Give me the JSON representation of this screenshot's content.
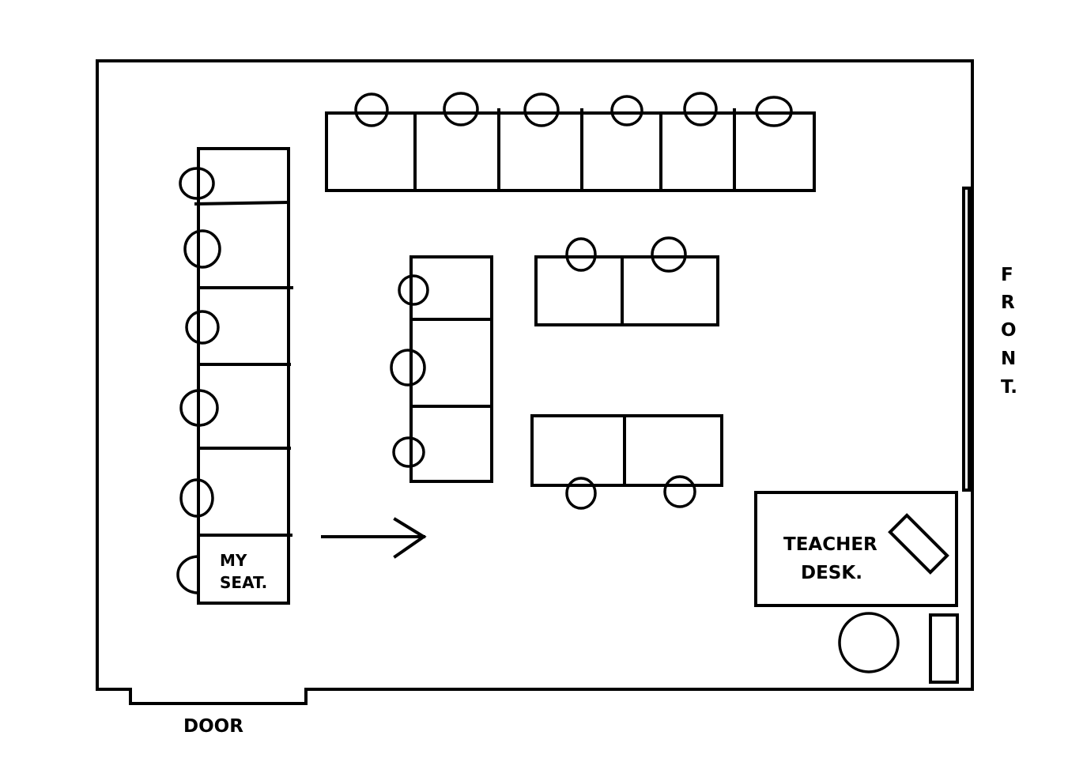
{
  "labels": {
    "door": "DOOR",
    "my_seat_line1": "MY",
    "my_seat_line2": "SEAT.",
    "teacher_desk_line1": "TEACHER",
    "teacher_desk_line2": "DESK.",
    "front_letters": [
      "F",
      "R",
      "O",
      "N",
      "T."
    ]
  }
}
